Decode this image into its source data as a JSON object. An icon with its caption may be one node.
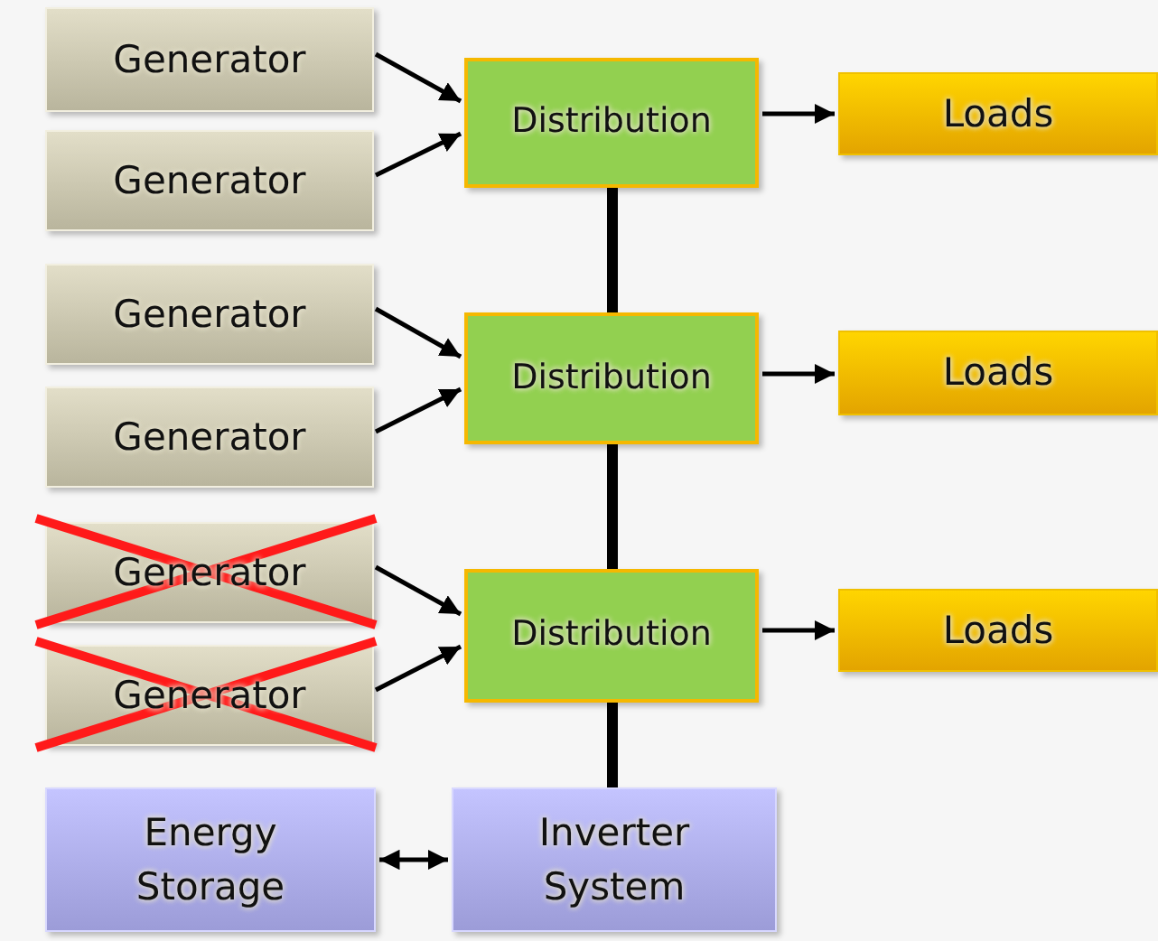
{
  "diagram": {
    "nodes": [
      {
        "text": [
          "Generator"
        ]
      },
      {
        "text": [
          "Generator"
        ]
      },
      {
        "text": [
          "Distribution"
        ]
      },
      {
        "text": [
          "Loads"
        ]
      },
      {
        "text": [
          "Generator"
        ]
      },
      {
        "text": [
          "Generator"
        ]
      },
      {
        "text": [
          "Distribution"
        ]
      },
      {
        "text": [
          "Loads"
        ]
      },
      {
        "text": [
          "Generator"
        ]
      },
      {
        "text": [
          "Generator"
        ]
      },
      {
        "text": [
          "Distribution"
        ]
      },
      {
        "text": [
          "Loads"
        ]
      },
      {
        "text": [
          "Energy Storage"
        ]
      },
      {
        "text": [
          "Inverter System"
        ]
      }
    ],
    "edges": [
      {
        "from": 0,
        "to": 2,
        "arrow": "to"
      },
      {
        "from": 1,
        "to": 2,
        "arrow": "to"
      },
      {
        "from": 2,
        "to": 3,
        "arrow": "to"
      },
      {
        "from": 4,
        "to": 6,
        "arrow": "to"
      },
      {
        "from": 5,
        "to": 6,
        "arrow": "to"
      },
      {
        "from": 6,
        "to": 7,
        "arrow": "to"
      },
      {
        "from": 8,
        "to": 10,
        "arrow": "to"
      },
      {
        "from": 9,
        "to": 10,
        "arrow": "to"
      },
      {
        "from": 10,
        "to": 11,
        "arrow": "to"
      },
      {
        "from": 2,
        "to": 6,
        "arrow": "none",
        "style": "thick"
      },
      {
        "from": 6,
        "to": 10,
        "arrow": "none",
        "style": "thick"
      },
      {
        "from": 10,
        "to": 13,
        "arrow": "none",
        "style": "thick"
      },
      {
        "from": 12,
        "to": 13,
        "arrow": "both"
      }
    ]
  }
}
